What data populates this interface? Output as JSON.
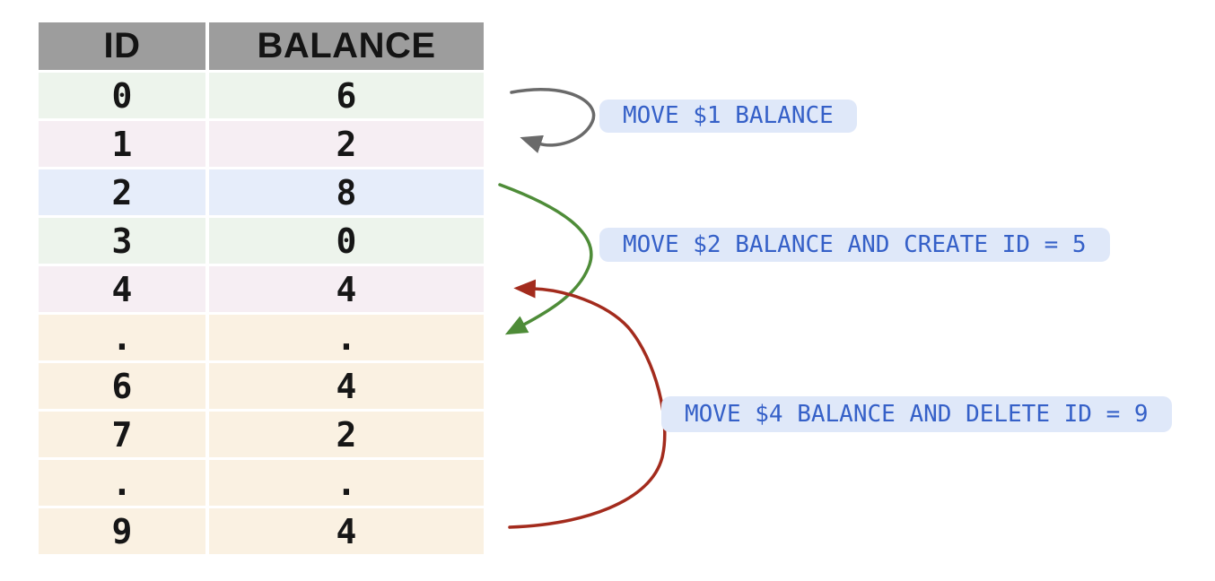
{
  "table": {
    "headers": [
      "ID",
      "BALANCE"
    ],
    "rows": [
      {
        "id": "0",
        "balance": "6",
        "color": "green"
      },
      {
        "id": "1",
        "balance": "2",
        "color": "pink"
      },
      {
        "id": "2",
        "balance": "8",
        "color": "blue"
      },
      {
        "id": "3",
        "balance": "0",
        "color": "green"
      },
      {
        "id": "4",
        "balance": "4",
        "color": "pink"
      },
      {
        "id": ".",
        "balance": ".",
        "color": "cream"
      },
      {
        "id": "6",
        "balance": "4",
        "color": "cream"
      },
      {
        "id": "7",
        "balance": "2",
        "color": "cream"
      },
      {
        "id": ".",
        "balance": ".",
        "color": "cream"
      },
      {
        "id": "9",
        "balance": "4",
        "color": "cream"
      }
    ]
  },
  "annotations": [
    {
      "label": "MOVE $1 BALANCE",
      "arrow_color": "#6a6a6a"
    },
    {
      "label": "MOVE $2 BALANCE AND CREATE ID = 5",
      "arrow_color": "#4e8c38"
    },
    {
      "label": "MOVE $4 BALANCE AND DELETE ID = 9",
      "arrow_color": "#a32b1d"
    }
  ],
  "colors": {
    "header_bg": "#9d9d9d",
    "header_text": "#141414",
    "row_green": "#edf4ec",
    "row_pink": "#f6eef3",
    "row_blue": "#e6edfa",
    "row_cream": "#faf1e2",
    "pill_bg": "#dfe8f9",
    "pill_text": "#3560c8"
  }
}
